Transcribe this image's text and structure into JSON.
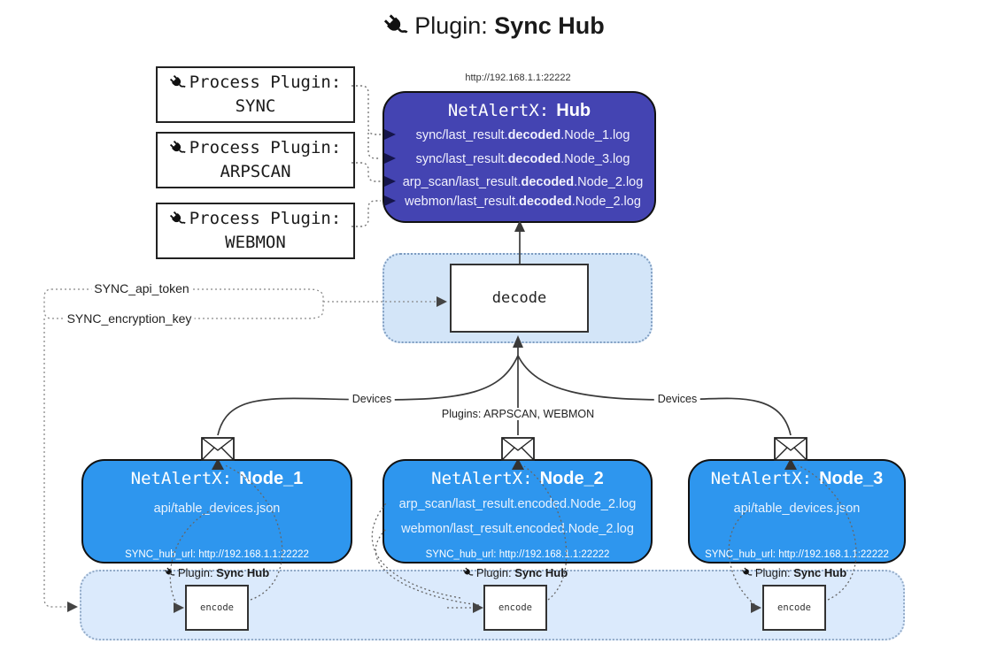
{
  "title": {
    "prefix": "Plugin: ",
    "name": "Sync Hub"
  },
  "process_plugins": [
    {
      "label": "Process Plugin:",
      "name": "SYNC"
    },
    {
      "label": "Process Plugin:",
      "name": "ARPSCAN"
    },
    {
      "label": "Process Plugin:",
      "name": "WEBMON"
    }
  ],
  "hub": {
    "url": "http://192.168.1.1:22222",
    "brand": "NetAlertX:",
    "name": "Hub",
    "logs": [
      {
        "pre": "sync/last_result.",
        "bold": "decoded",
        "post": ".Node_1.log"
      },
      {
        "pre": "sync/last_result.",
        "bold": "decoded",
        "post": ".Node_3.log"
      },
      {
        "pre": "arp_scan/last_result.",
        "bold": "decoded",
        "post": ".Node_2.log"
      },
      {
        "pre": "webmon/last_result.",
        "bold": "decoded",
        "post": ".Node_2.log"
      }
    ]
  },
  "decode": {
    "label": "decode"
  },
  "secrets": {
    "api_token": "SYNC_api_token",
    "encryption_key": "SYNC_encryption_key"
  },
  "wire_labels": {
    "devices_left": "Devices",
    "devices_right": "Devices",
    "plugins_mid": "Plugins: ARPSCAN, WEBMON"
  },
  "nodes": [
    {
      "brand": "NetAlertX:",
      "name": "Node_1",
      "files": [
        "api/table_devices.json"
      ],
      "hub_url": "SYNC_hub_url: http://192.168.1.1:22222"
    },
    {
      "brand": "NetAlertX:",
      "name": "Node_2",
      "files": [
        "arp_scan/last_result.encoded.Node_2.log",
        "webmon/last_result.encoded.Node_2.log"
      ],
      "hub_url": "SYNC_hub_url: http://192.168.1.1:22222"
    },
    {
      "brand": "NetAlertX:",
      "name": "Node_3",
      "files": [
        "api/table_devices.json"
      ],
      "hub_url": "SYNC_hub_url: http://192.168.1.1:22222"
    }
  ],
  "encode_strip": {
    "plugin_prefix": "Plugin: ",
    "plugin_name": "Sync Hub",
    "encode_label": "encode"
  },
  "icons": {
    "title": "plug-icon",
    "process_plugin": "plug-icon",
    "strip_label": "plug-icon",
    "node_mail": "envelope-icon"
  },
  "colors": {
    "hub_fill": "#4444b2",
    "node_fill": "#2e96ee",
    "panel_fill": "#d8e9fb",
    "box_border": "#111111",
    "wire_solid": "#3a3a3a",
    "wire_dotted": "#777777"
  }
}
